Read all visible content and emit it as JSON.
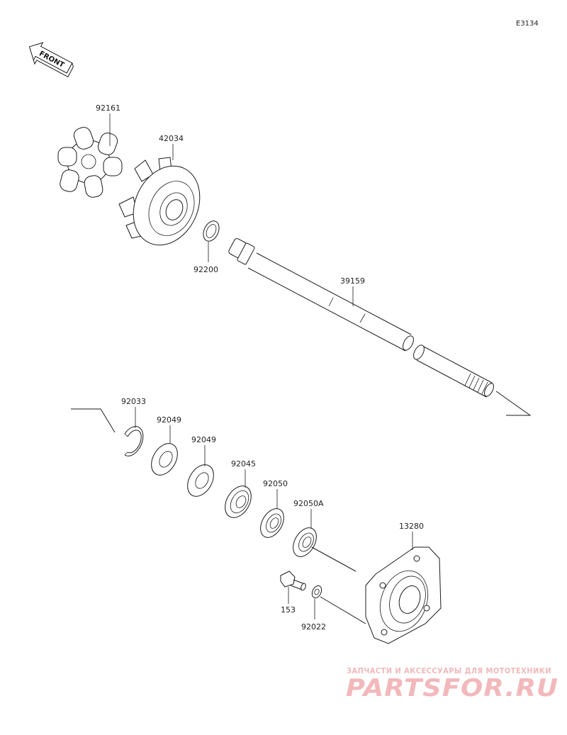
{
  "diagram": {
    "code": "E3134",
    "front_label": "FRONT",
    "parts": [
      {
        "id": "92161"
      },
      {
        "id": "42034"
      },
      {
        "id": "92200"
      },
      {
        "id": "39159"
      },
      {
        "id": "92033"
      },
      {
        "id": "92049"
      },
      {
        "id": "92049"
      },
      {
        "id": "92045"
      },
      {
        "id": "92050"
      },
      {
        "id": "92050A"
      },
      {
        "id": "13280"
      },
      {
        "id": "153"
      },
      {
        "id": "92022"
      }
    ]
  },
  "watermark": {
    "tagline": "ЗАПЧАСТИ И АКСЕССУАРЫ ДЛЯ МОТОТЕХНИКИ",
    "brand": "PARTSFOR.RU",
    "color": "#f2b8bb"
  }
}
